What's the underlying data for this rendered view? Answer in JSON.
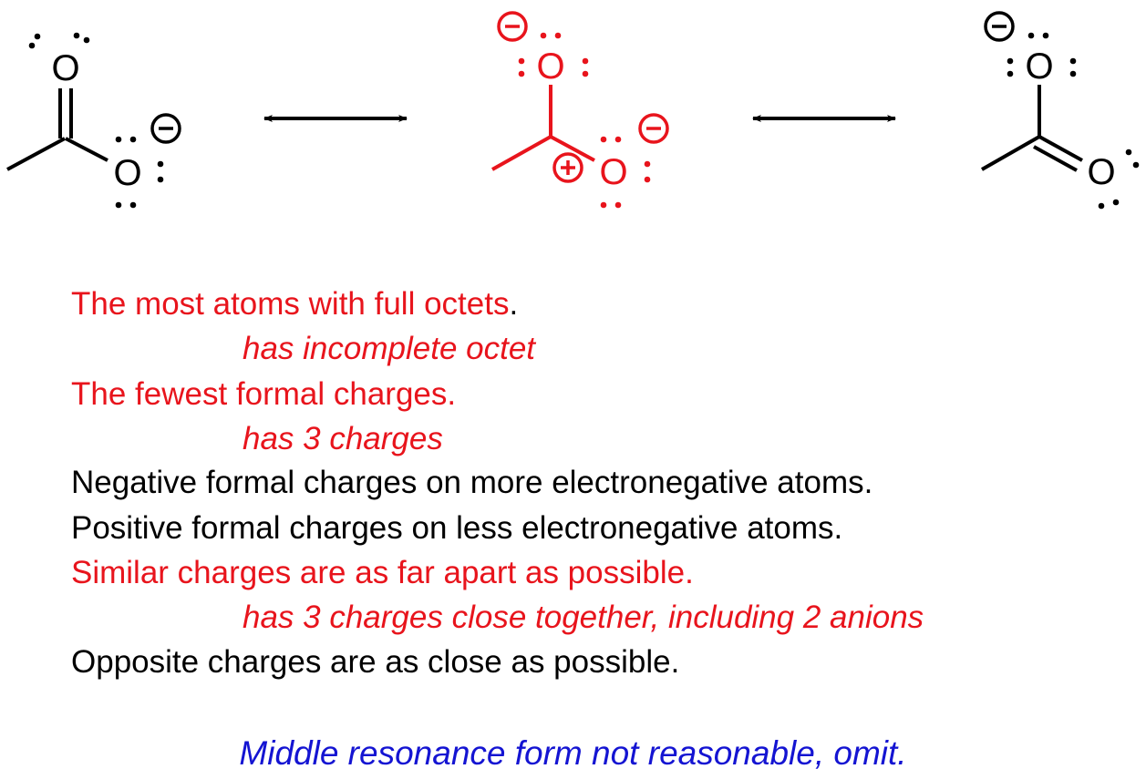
{
  "colors": {
    "black": "#000000",
    "red": "#e8141c",
    "blue": "#1414d2"
  },
  "structures": {
    "atom_symbol": "O",
    "negative_charge_symbol": "−",
    "positive_charge_symbol": "+"
  },
  "criteria": [
    {
      "text": "The most atoms with full octets",
      "suffix": ".",
      "color": "red"
    },
    {
      "text": "has incomplete octet",
      "color": "red"
    },
    {
      "text": "The fewest formal charges.",
      "color": "red"
    },
    {
      "text": "has 3 charges",
      "color": "red"
    },
    {
      "text": "Negative formal charges on more electronegative atoms.",
      "color": "black"
    },
    {
      "text": "Positive formal charges on less electronegative atoms.",
      "color": "black"
    },
    {
      "text": "Similar charges are as far apart as possible.",
      "color": "red"
    },
    {
      "text": "has 3 charges close together, including 2 anions",
      "color": "red"
    },
    {
      "text": "Opposite charges are as close as possible.",
      "color": "black"
    }
  ],
  "conclusion": "Middle resonance form not reasonable, omit."
}
